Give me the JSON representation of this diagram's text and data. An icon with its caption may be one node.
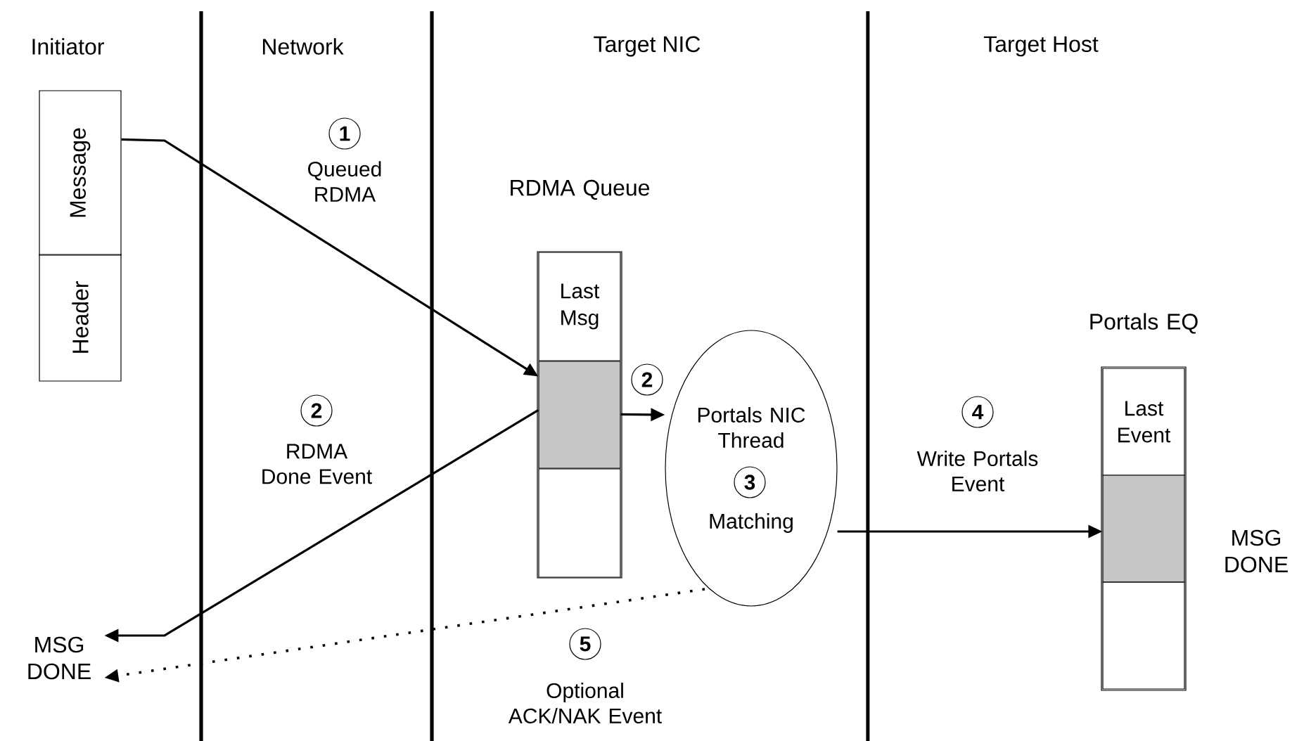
{
  "diagram": {
    "nodes": [
      {
        "text": [
          "Message"
        ]
      },
      {
        "text": [
          "Header"
        ]
      },
      {
        "text": [
          "MSG DONE"
        ]
      },
      {
        "text": [
          "RDMA Queue"
        ]
      },
      {
        "text": [
          "Last Msg"
        ],
        "in": 3
      },
      {
        "text": [],
        "shape": "box",
        "in": 3
      },
      {
        "text": [],
        "shape": "box",
        "in": 3
      },
      {
        "text": [
          "Portals NIC Thread",
          "Matching"
        ]
      },
      {
        "text": [
          "Portals EQ"
        ]
      },
      {
        "text": [
          "Last Event"
        ],
        "in": 8
      },
      {
        "text": [],
        "shape": "box",
        "in": 8,
        "beside": [
          "MSG DONE"
        ]
      },
      {
        "text": [],
        "shape": "box",
        "in": 8
      }
    ],
    "edges": [
      {
        "from": 0,
        "to": 5,
        "arrow": "to"
      },
      {
        "from": 5,
        "to": 2,
        "arrow": "to"
      },
      {
        "from": 5,
        "to": 7,
        "arrow": "to"
      },
      {
        "from": 7,
        "to": 10,
        "arrow": "to"
      },
      {
        "from": 7,
        "to": 2,
        "arrow": "to",
        "style": "dashed"
      }
    ],
    "labels": [
      "Initiator",
      "Network",
      "Target NIC",
      "Target Host",
      "1",
      "Queued RDMA",
      "2",
      "RDMA Done Event",
      "2",
      "3",
      "4",
      "Write Portals Event",
      "5",
      "Optional ACK/NAK Event"
    ]
  }
}
